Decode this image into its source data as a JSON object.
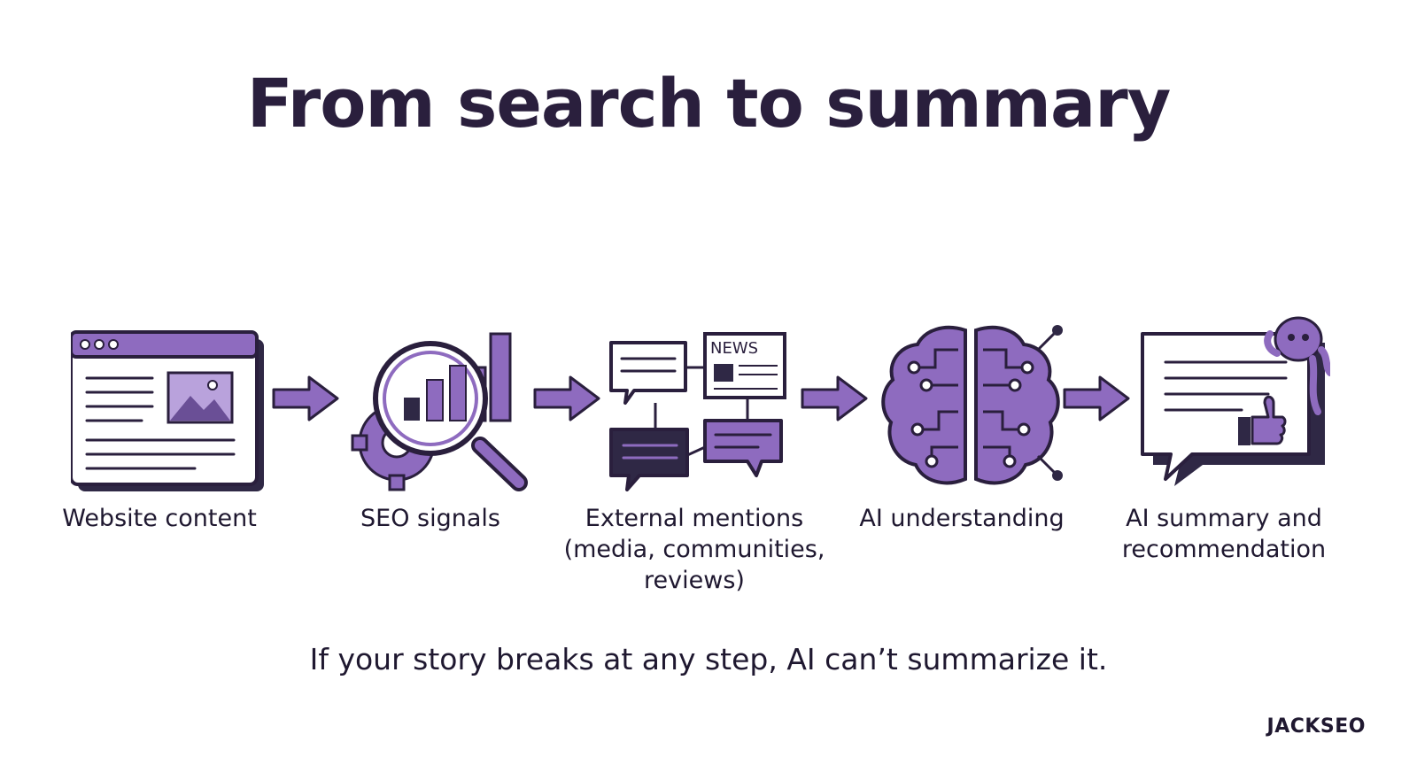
{
  "header": {
    "title": "From search to summary"
  },
  "steps": [
    {
      "label": "Website content",
      "icon": "website-icon"
    },
    {
      "label": "SEO signals",
      "icon": "seo-magnifier-icon"
    },
    {
      "label": "External mentions",
      "sublabel": "(media, communities, reviews)",
      "icon": "mentions-news-icon"
    },
    {
      "label": "AI understanding",
      "icon": "brain-circuit-icon"
    },
    {
      "label": "AI summary and recommendation",
      "icon": "summary-chat-icon"
    }
  ],
  "footer": {
    "note": "If your story breaks at any step, AI can’t summarize it."
  },
  "brand": {
    "name": "JACKSEO"
  },
  "colors": {
    "ink": "#2a1f3d",
    "purple": "#8e6bbf",
    "light_purple": "#b9a2dc",
    "dark": "#2f2845"
  }
}
